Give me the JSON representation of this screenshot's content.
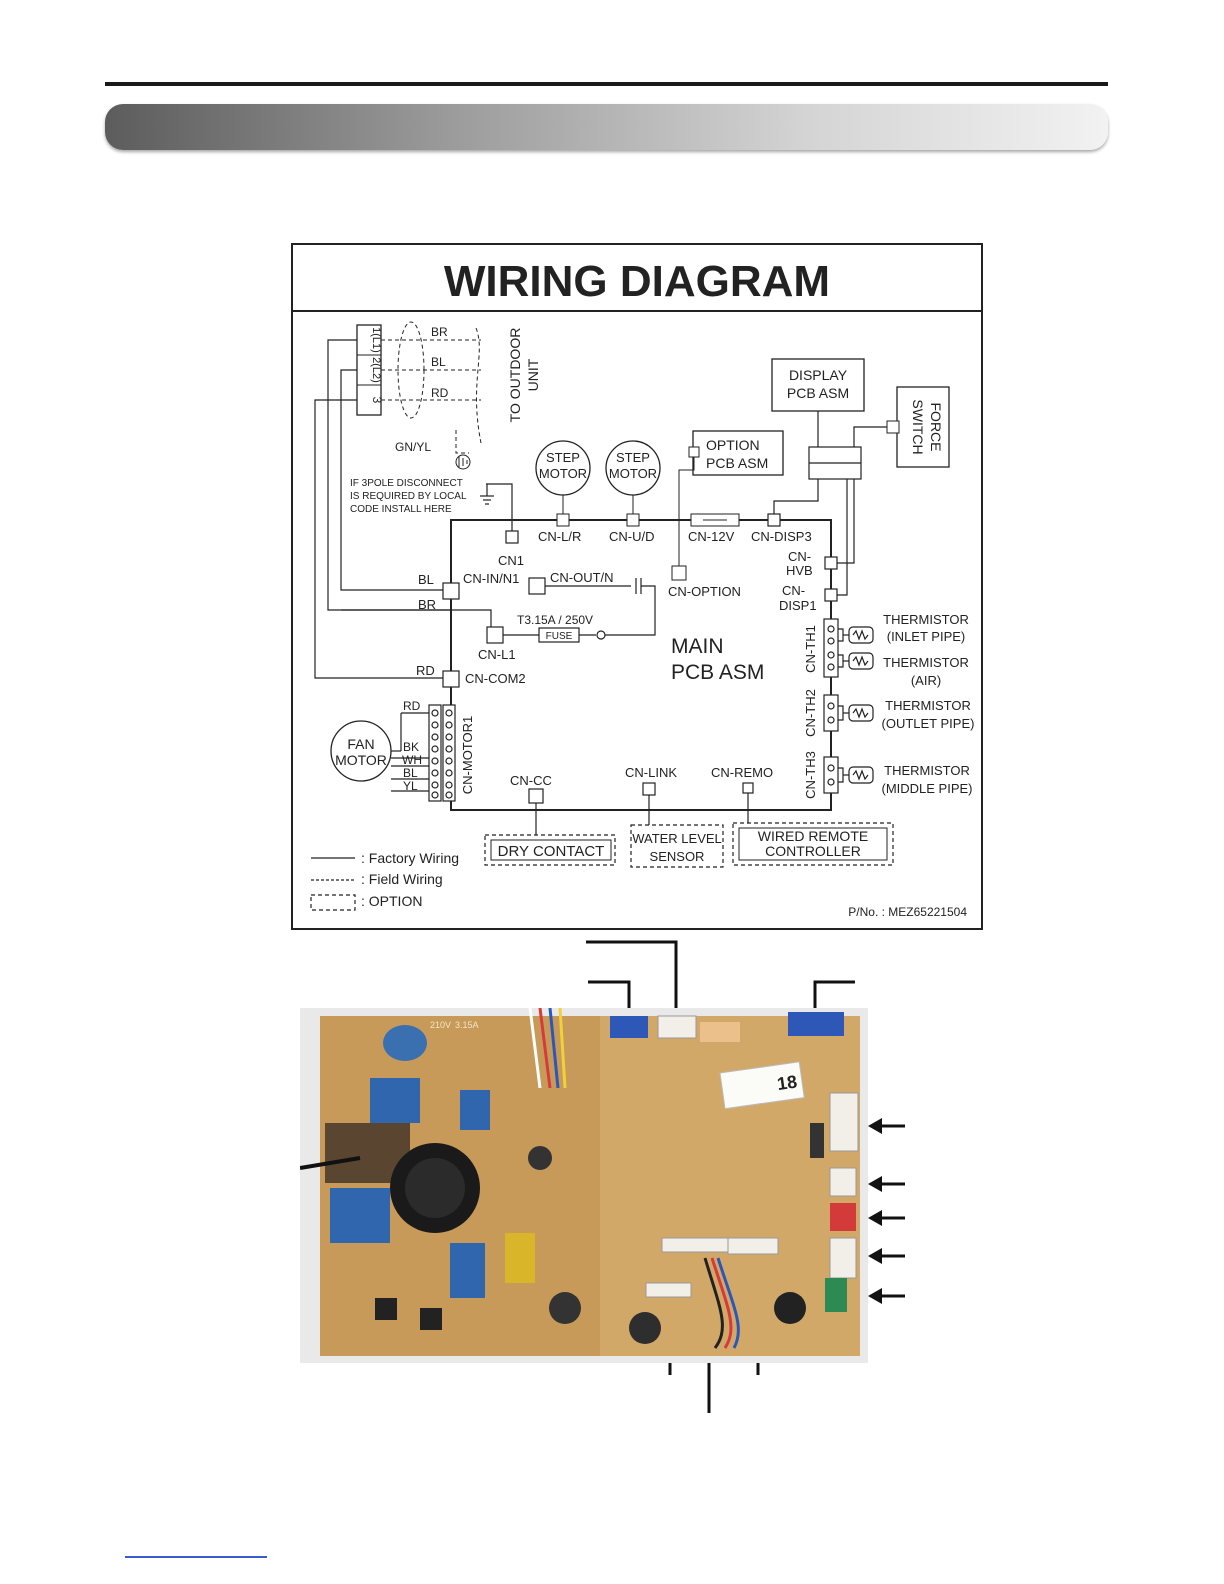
{
  "diagram": {
    "title": "WIRING DIAGRAM",
    "terminal_block": [
      "1(L1)",
      "2(L2)",
      "3"
    ],
    "wires": {
      "br": "BR",
      "bl": "BL",
      "rd": "RD",
      "gnyl": "GN/YL"
    },
    "to_outdoor": [
      "TO OUTDOOR",
      "UNIT"
    ],
    "disconnect_note": [
      "IF 3POLE DISCONNECT",
      "IS REQUIRED BY LOCAL",
      "CODE INSTALL HERE"
    ],
    "step_motor_1": [
      "STEP",
      "MOTOR"
    ],
    "step_motor_2": [
      "STEP",
      "MOTOR"
    ],
    "option_pcb": [
      "OPTION",
      "PCB ASM"
    ],
    "display_pcb": [
      "DISPLAY",
      "PCB ASM"
    ],
    "force_switch": [
      "FORCE",
      "SWITCH"
    ],
    "connectors": {
      "cn1": "CN1",
      "cn_lr": "CN-L/R",
      "cn_ud": "CN-U/D",
      "cn_12v": "CN-12V",
      "cn_disp3": "CN-DISP3",
      "cn_hvb": [
        "CN-",
        "HVB"
      ],
      "cn_disp1": [
        "CN-",
        "DISP1"
      ],
      "cn_in": "CN-IN/N1",
      "cn_out": "CN-OUT/N",
      "cn_option": "CN-OPTION",
      "cn_l1": "CN-L1",
      "cn_com2": "CN-COM2",
      "cn_motor1": "CN-MOTOR1",
      "cn_cc": "CN-CC",
      "cn_link": "CN-LINK",
      "cn_remo": "CN-REMO",
      "cn_th1": "CN-TH1",
      "cn_th2": "CN-TH2",
      "cn_th3": "CN-TH3"
    },
    "fuse_rating": "T3.15A / 250V",
    "fuse": "FUSE",
    "main_pcb": [
      "MAIN",
      "PCB ASM"
    ],
    "thermistors": [
      [
        "THERMISTOR",
        "(INLET PIPE)"
      ],
      [
        "THERMISTOR",
        "(AIR)"
      ],
      [
        "THERMISTOR",
        "(OUTLET PIPE)"
      ],
      [
        "THERMISTOR",
        "(MIDDLE PIPE)"
      ]
    ],
    "fan_motor": [
      "FAN",
      "MOTOR"
    ],
    "fan_wires": [
      "RD",
      "BK",
      "WH",
      "BL",
      "YL"
    ],
    "dry_contact": "DRY CONTACT",
    "water_level": [
      "WATER LEVEL",
      "SENSOR"
    ],
    "wired_remote": [
      "WIRED REMOTE",
      "CONTROLLER"
    ],
    "legend": [
      ": Factory Wiring",
      ": Field Wiring",
      ": OPTION"
    ],
    "part_number": "P/No. : MEZ65221504"
  },
  "photo": {
    "board_print": [
      "210V",
      "3.15A",
      "18"
    ]
  },
  "colors": {
    "banner_dark": "#5c5c5c",
    "banner_light": "#f2f2f2",
    "board": "#c79a5a"
  }
}
